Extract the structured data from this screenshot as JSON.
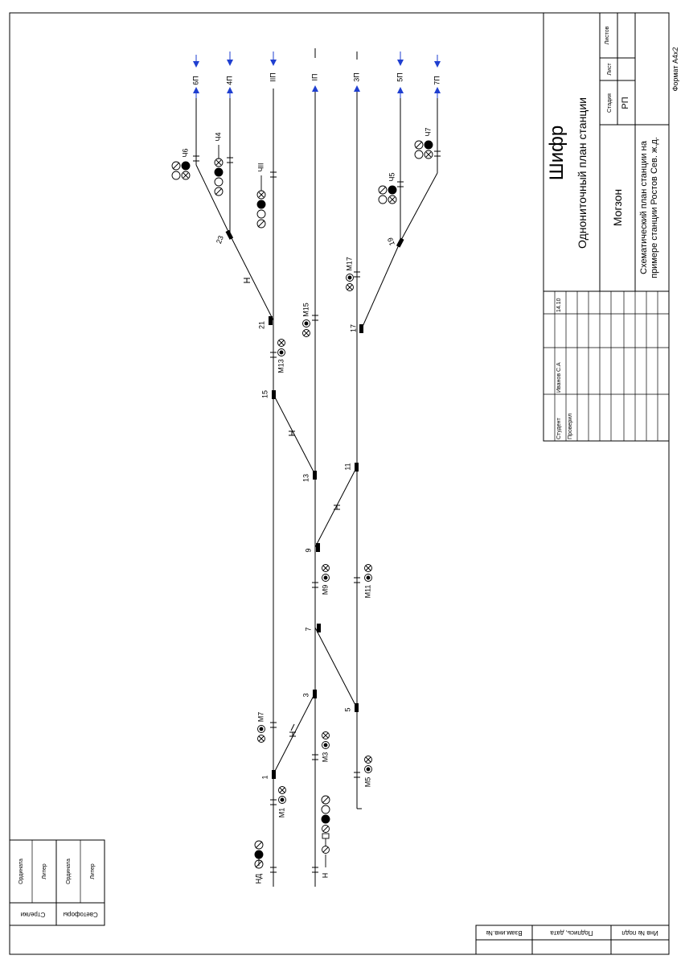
{
  "title_block": {
    "cipher": "Шифр",
    "plan_title": "Однониточный план станции",
    "station": "Могзон",
    "description_line1": "Схематический план станции на",
    "description_line2": "примере станции Ростов Сев. ж.д.",
    "stage_label": "Стадия",
    "sheet_label": "Лист",
    "sheets_label": "Листов",
    "stage_value": "РП",
    "student_label": "Студент",
    "checked_label": "Проверил",
    "student_name": "Иванов С.А",
    "date": "14.10",
    "format": "Формат А4х2"
  },
  "side_stamp": {
    "inv_original": "Инв № подл",
    "signature_date": "Подпись, дата",
    "replaces_inv": "Взам.инв.№"
  },
  "legend": {
    "switches": "Стрелки",
    "signals": "Светофоры",
    "ordinate1": "Ордината",
    "liter1": "Литер",
    "ordinate2": "Ордината",
    "liter2": "Литер"
  },
  "tracks": {
    "t6": "6П",
    "t4": "4П",
    "t2": "IIП",
    "t1": "IП",
    "t3": "3П",
    "t5": "5П",
    "t7": "7П"
  },
  "switches": {
    "s1": "1",
    "s3": "3",
    "s5": "5",
    "s7": "7",
    "s9": "9",
    "s11": "11",
    "s13": "13",
    "s15": "15",
    "s17": "17",
    "s19": "19",
    "s21": "21",
    "s23": "23"
  },
  "signals": {
    "ND": "НД",
    "N": "Н",
    "M1": "М1",
    "M3": "М3",
    "M5": "М5",
    "M7": "М7",
    "M9": "М9",
    "M11": "М11",
    "M13": "М13",
    "M15": "М15",
    "M17": "М17",
    "CH2": "ЧII",
    "CH4": "Ч4",
    "CH5": "Ч5",
    "CH6": "Ч6",
    "CH7": "Ч7"
  },
  "colors": {
    "arrow": "#1f3fd0",
    "line": "#000000"
  }
}
